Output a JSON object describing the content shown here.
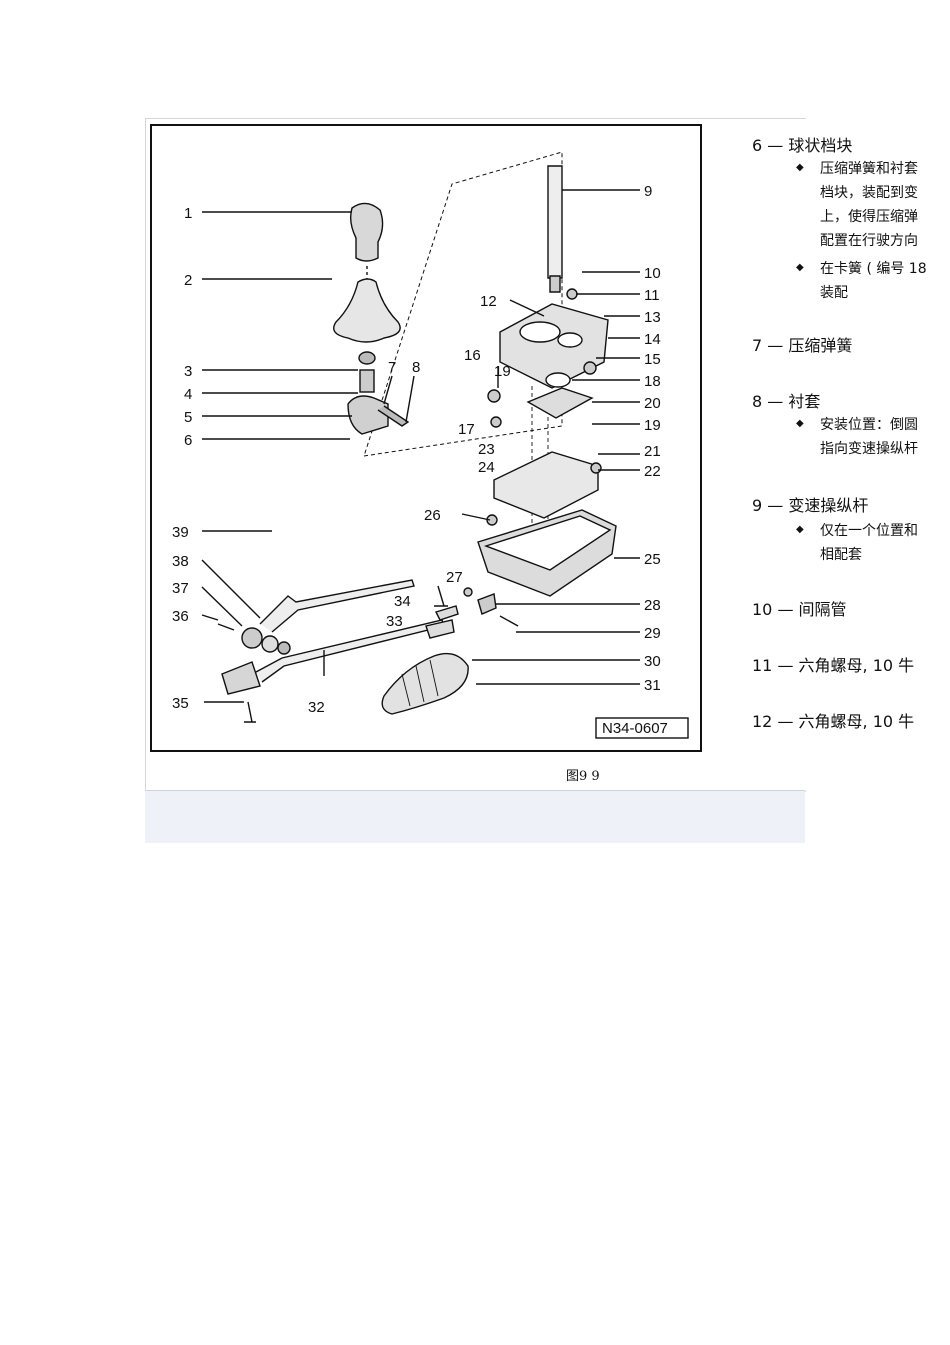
{
  "diagram": {
    "ref_code": "N34-0607",
    "labels": [
      "1",
      "2",
      "3",
      "4",
      "5",
      "6",
      "7",
      "8",
      "9",
      "10",
      "11",
      "12",
      "13",
      "14",
      "15",
      "16",
      "17",
      "18",
      "19",
      "19",
      "20",
      "21",
      "22",
      "23",
      "24",
      "25",
      "26",
      "27",
      "28",
      "29",
      "30",
      "31",
      "32",
      "33",
      "34",
      "35",
      "36",
      "37",
      "38",
      "39"
    ]
  },
  "caption": "图9 9",
  "legend": {
    "items": [
      {
        "title": "6 — 球状档块",
        "bullets": [
          "压缩弹簧和衬套",
          "档块，装配到变",
          "上，使得压缩弹",
          "配置在行驶方向"
        ],
        "bullets2": [
          "在卡簧 ( 编号 18",
          "装配"
        ]
      },
      {
        "title": "7 — 压缩弹簧"
      },
      {
        "title": "8 — 衬套",
        "bullets": [
          "安装位置：倒圆",
          "指向变速操纵杆"
        ]
      },
      {
        "title": "9 — 变速操纵杆",
        "bullets": [
          "仅在一个位置和",
          "相配套"
        ]
      },
      {
        "title": "10 — 间隔管"
      },
      {
        "title": "11 — 六角螺母, 10 牛"
      },
      {
        "title": "12 — 六角螺母, 10 牛"
      }
    ]
  }
}
